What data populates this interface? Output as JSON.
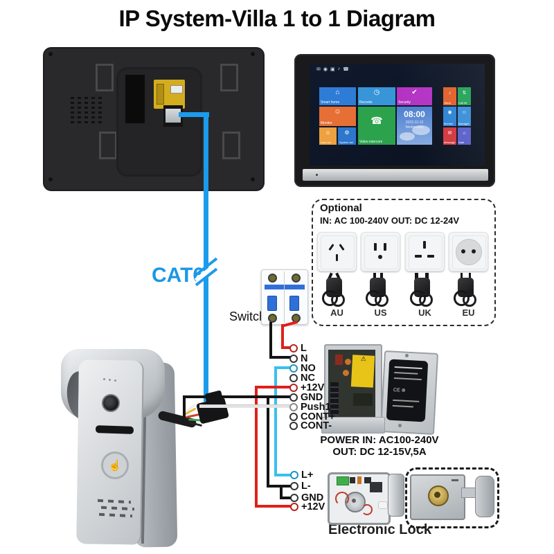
{
  "title": "IP System-Villa 1 to 1 Diagram",
  "monitor_screen": {
    "status_icons": [
      "✉",
      "◉",
      "▣",
      "♪",
      "☎"
    ],
    "tiles": [
      {
        "label": "Smart home",
        "glyph": "⌂"
      },
      {
        "label": "Records",
        "glyph": "◷"
      },
      {
        "label": "Security",
        "glyph": "✔"
      },
      {
        "label": "Monitor",
        "glyph": "☺"
      },
      {
        "label": "Video intercom",
        "glyph": "☎"
      },
      {
        "label": "User set",
        "glyph": "☺"
      },
      {
        "label": "System set",
        "glyph": "⚙"
      },
      {
        "label": "Silent",
        "glyph": "♪"
      },
      {
        "label": "Call lift",
        "glyph": "⇅"
      },
      {
        "label": "Monitor",
        "glyph": "◉"
      },
      {
        "label": "Manager",
        "glyph": "☺"
      },
      {
        "label": "Message",
        "glyph": "✉"
      },
      {
        "label": "Safe",
        "glyph": "⌂"
      }
    ],
    "clock": {
      "time": "08:00",
      "date": "2023-12-13",
      "weekday": "Wednesday"
    }
  },
  "optional": {
    "heading": "Optional",
    "spec": "IN: AC 100-240V  OUT: DC 12-24V",
    "plug_labels": [
      "AU",
      "US",
      "UK",
      "EU"
    ]
  },
  "cable_label": "CAT6",
  "switch_label": "Switch",
  "terminals_top": [
    "L",
    "N",
    "NO",
    "NC",
    "+12V",
    "GND",
    "Push1",
    "CONT+",
    "CONT-"
  ],
  "terminals_bottom": [
    "L+",
    "L-",
    "GND",
    "+12V"
  ],
  "power_supply": {
    "line1": "POWER  IN: AC100-240V",
    "line2": "OUT: DC 12-15V,5A"
  },
  "lock_label": "Electronic Lock",
  "colors": {
    "cable_blue": "#1b9bec",
    "wire_red": "#e01f1a",
    "wire_black": "#141414",
    "wire_cyan": "#38c0ee",
    "wire_white": "#e3e3e3"
  }
}
